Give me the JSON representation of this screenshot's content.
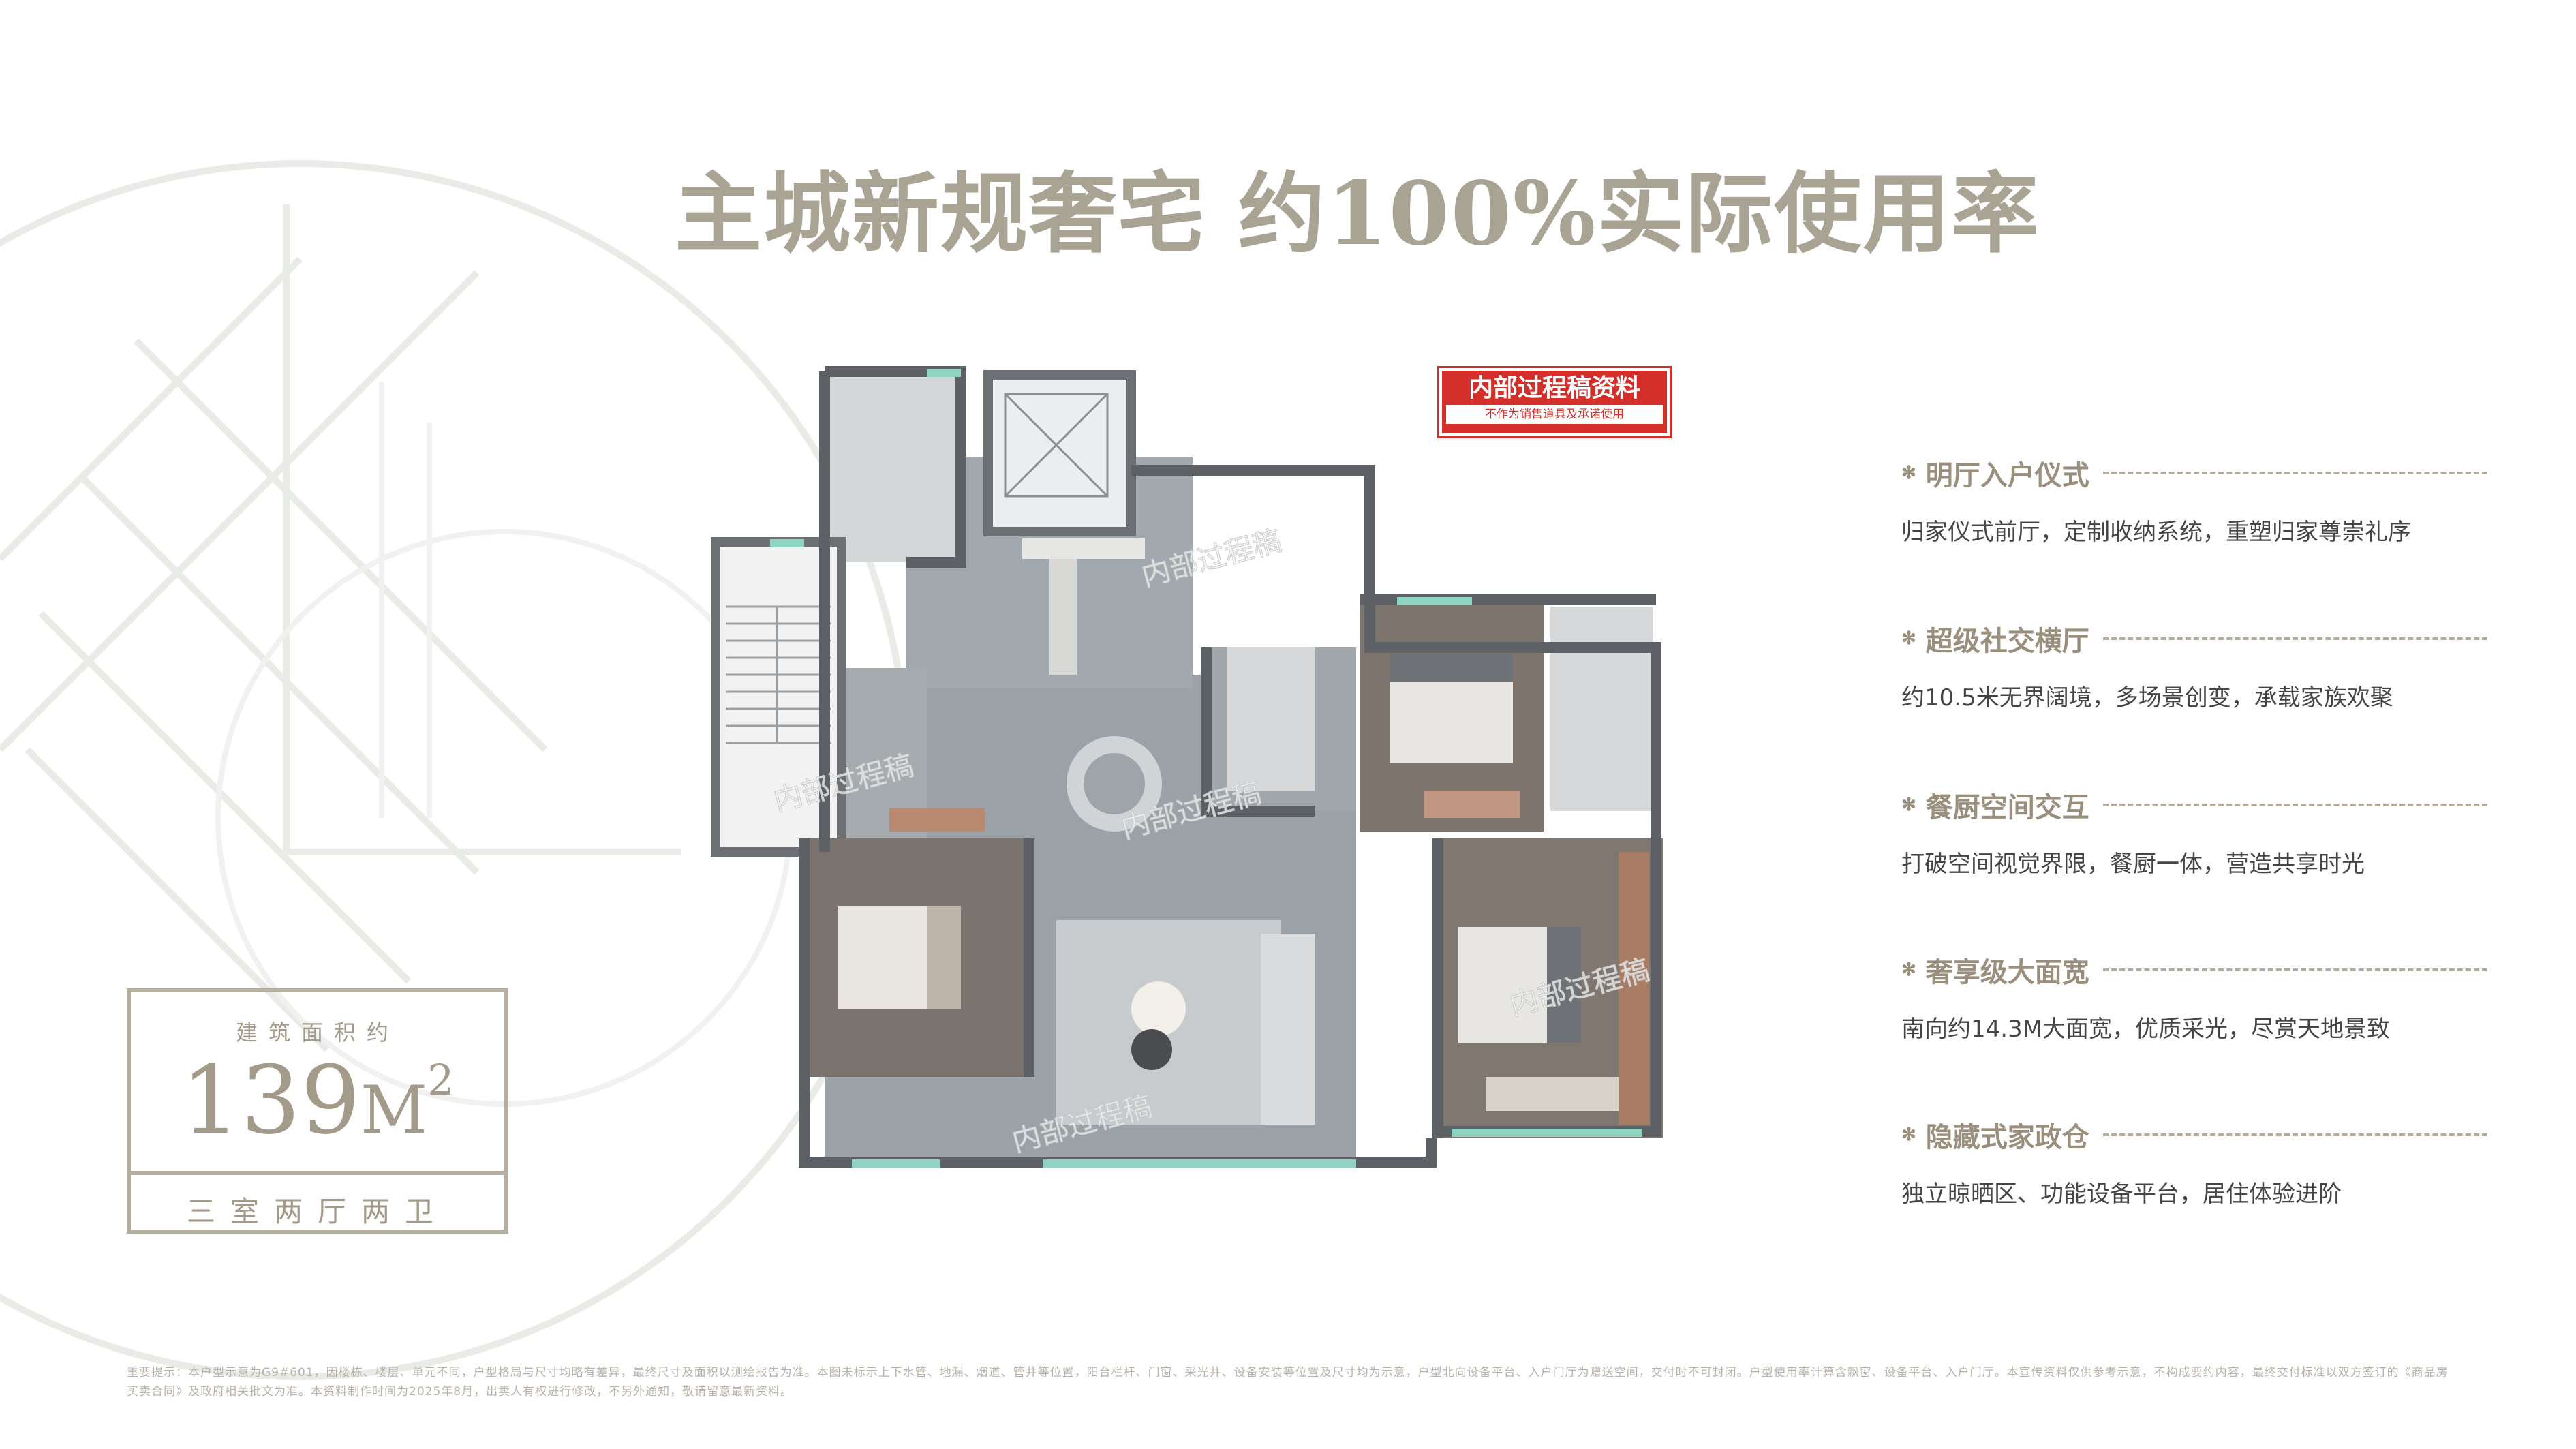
{
  "headline": "主城新规奢宅 约100%实际使用率",
  "stamp": {
    "line1": "内部过程稿资料",
    "line2": "不作为销售道具及承诺使用"
  },
  "watermark": "内部过程稿",
  "features": [
    {
      "title": "明厅入户仪式",
      "desc": "归家仪式前厅，定制收纳系统，重塑归家尊崇礼序"
    },
    {
      "title": "超级社交横厅",
      "desc": "约10.5米无界阔境，多场景创变，承载家族欢聚"
    },
    {
      "title": "餐厨空间交互",
      "desc": "打破空间视觉界限，餐厨一体，营造共享时光"
    },
    {
      "title": "奢享级大面宽",
      "desc": "南向约14.3M大面宽，优质采光，尽赏天地景致"
    },
    {
      "title": "隐藏式家政仓",
      "desc": "独立晾晒区、功能设备平台，居住体验进阶"
    }
  ],
  "area": {
    "label": "建筑面积约",
    "value": "139",
    "unit": "M",
    "sup": "2",
    "type": "三室两厅两卫"
  },
  "note": "重要提示：本户型示意为G9#601，因楼栋、楼层、单元不同，户型格局与尺寸均略有差异，最终尺寸及面积以测绘报告为准。本图未标示上下水管、地漏、烟道、管井等位置，阳台栏杆、门窗、采光井、设备安装等位置及尺寸均为示意，户型北向设备平台、入户门厅为赠送空间，交付时不可封闭。户型使用率计算含飘窗、设备平台、入户门厅。本宣传资料仅供参考示意，不构成要约内容，最终交付标准以双方签订的《商品房买卖合同》及政府相关批文为准。本资料制作时间为2025年8月，出卖人有权进行修改，不另外通知，敬请留意最新资料。",
  "colors": {
    "accent": "#a9a394",
    "stamp": "#d42f29",
    "floor": "#9ba3a8",
    "wall": "#5d6166",
    "window": "#8fd3c2"
  }
}
